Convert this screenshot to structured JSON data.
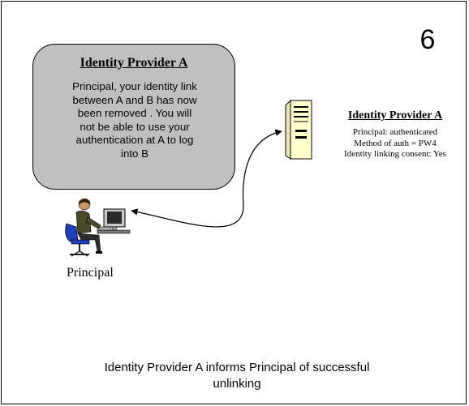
{
  "slide": {
    "number": "6",
    "caption": "Identity Provider A informs Principal of successful unlinking"
  },
  "callout": {
    "title": "Identity Provider A",
    "lines": [
      "Principal, your identity link",
      "between A and B has now",
      "been removed . You will",
      "not be able to use your",
      "authentication at A to log",
      "into B"
    ]
  },
  "server": {
    "title": "Identity Provider A",
    "lines": [
      "Principal: authenticated",
      "Method of auth = PW4",
      "Identity linking consent: Yes"
    ],
    "icon": "server-tower-icon"
  },
  "principal": {
    "label": "Principal",
    "icon": "person-at-computer-icon"
  },
  "colors": {
    "callout_fill": "#c0c0c0",
    "server_fill": "#ffffcc",
    "line": "#000000"
  }
}
